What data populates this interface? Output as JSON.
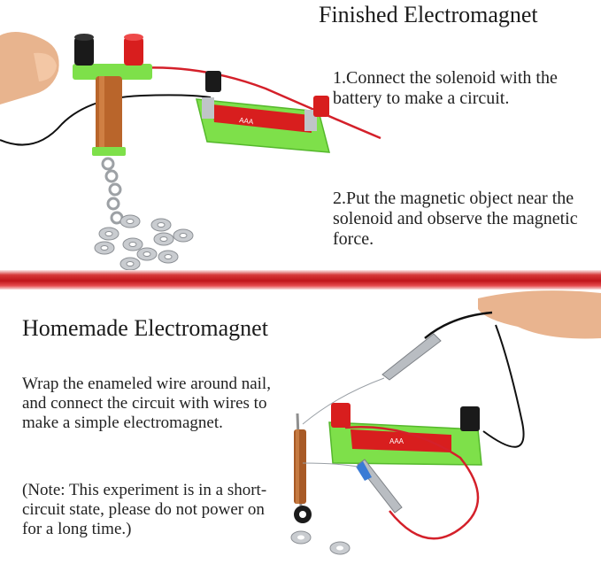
{
  "finished": {
    "title": "Finished Electromagnet",
    "steps": [
      "1.Connect the solenoid with the battery to make a circuit.",
      "2.Put the magnetic object near the solenoid and observe the magnetic force."
    ],
    "battery_print": "AAA"
  },
  "homemade": {
    "title": "Homemade Electromagnet",
    "description": "Wrap the enameled wire around nail, and connect the circuit with wires to make a simple electromagnet.",
    "note": "(Note: This experiment is in a short-circuit state, please do not power on for a long time.)"
  },
  "colors": {
    "holder_green": "#7ee04a",
    "battery_red": "#d81e1e",
    "wire_red": "#d4202a",
    "wire_black": "#111111",
    "copper": "#b9652b",
    "divider_red": "#c0151a"
  },
  "icons": [
    "black-terminal-icon",
    "red-terminal-icon",
    "alligator-clip-icon",
    "washer-icon",
    "hand-icon"
  ]
}
